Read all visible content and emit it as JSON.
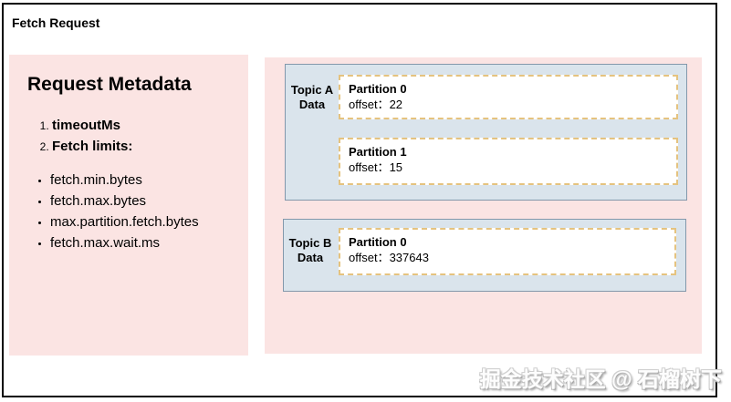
{
  "frame": {
    "title": "Fetch Request"
  },
  "metadata_panel": {
    "title": "Request Metadata",
    "numbered_items": [
      "timeoutMs",
      "Fetch limits:"
    ],
    "bullet_items": [
      "fetch.min.bytes",
      "fetch.max.bytes",
      "max.partition.fetch.bytes",
      "fetch.max.wait.ms"
    ]
  },
  "data_panel": {
    "topics": [
      {
        "label_line1": "Topic A",
        "label_line2": "Data",
        "partitions": [
          {
            "name": "Partition 0",
            "offset_label": "offset：",
            "offset_value": "22"
          },
          {
            "name": "Partition 1",
            "offset_label": "offset：",
            "offset_value": "15"
          }
        ]
      },
      {
        "label_line1": "Topic B",
        "label_line2": "Data",
        "partitions": [
          {
            "name": "Partition 0",
            "offset_label": "offset：",
            "offset_value": "337643"
          }
        ]
      }
    ]
  },
  "watermark": "掘金技术社区 @ 石榴树下",
  "colors": {
    "panel_pink": "#fbe4e3",
    "topic_box_bg": "#dae4ec",
    "topic_box_border": "#8398ab",
    "partition_dashed_border": "#e5c37f",
    "frame_border": "#050505"
  }
}
